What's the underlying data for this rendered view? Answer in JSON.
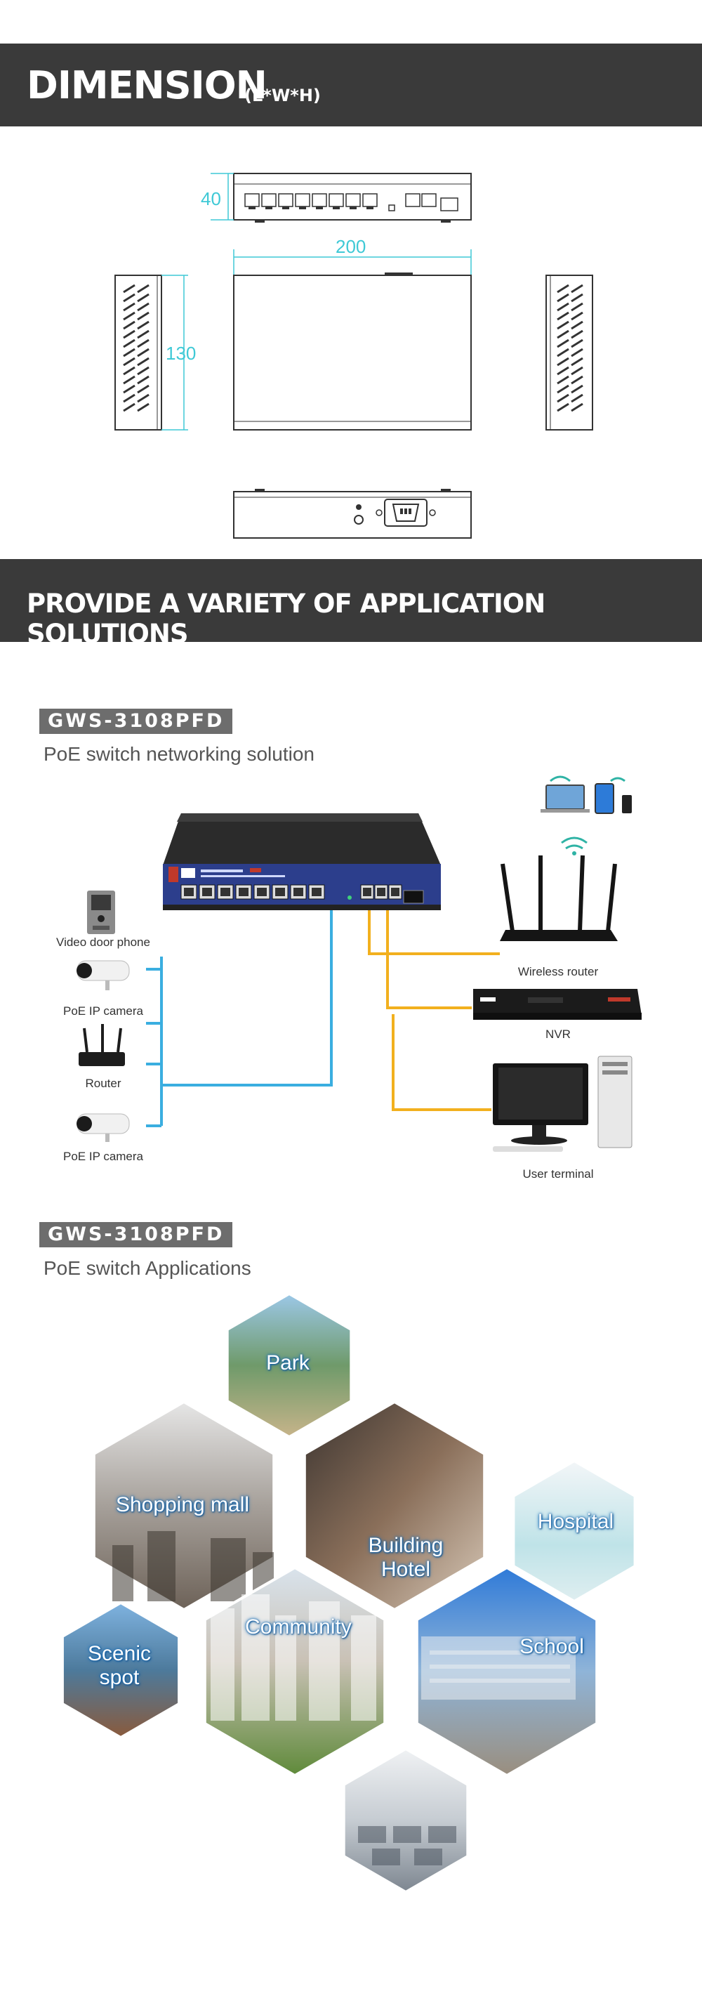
{
  "sections": {
    "dimension": {
      "title": "DIMENSION",
      "subtitle": "(L*W*H)",
      "height_label": "40",
      "length_label": "200",
      "width_label": "130"
    },
    "applications": {
      "title": "PROVIDE A VARIETY OF APPLICATION SOLUTIONS"
    }
  },
  "networking": {
    "model": "GWS-3108PFD",
    "subtitle": "PoE switch networking solution",
    "left_devices": [
      "Video door phone",
      "PoE IP camera",
      "Router",
      "PoE IP camera"
    ],
    "right_devices": [
      "Wireless router",
      "NVR",
      "User terminal"
    ]
  },
  "applications_block": {
    "model": "GWS-3108PFD",
    "subtitle": "PoE switch Applications",
    "scenes": [
      {
        "label": "Park"
      },
      {
        "label": "Shopping mall"
      },
      {
        "label": "Building\nHotel"
      },
      {
        "label": "Hospital"
      },
      {
        "label": "Scenic\nspot"
      },
      {
        "label": "Community"
      },
      {
        "label": "School"
      }
    ]
  },
  "colors": {
    "banner": "#3a3a3a",
    "dimension_lines": "#3fc9d6",
    "cable_blue": "#3aaee0",
    "cable_yellow": "#f2b01e",
    "switch_panel": "#2c3e8c",
    "label_glow": "#1a6fb8"
  }
}
